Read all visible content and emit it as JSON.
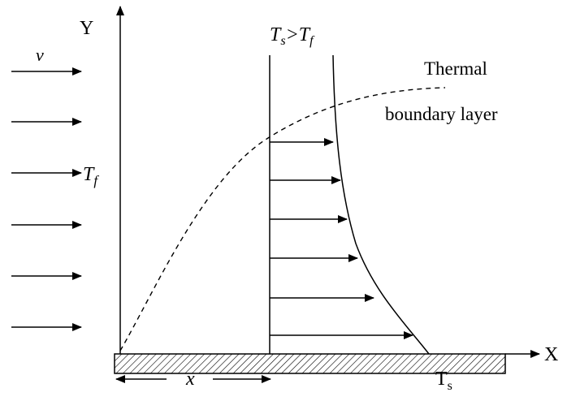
{
  "labels": {
    "y_axis": "Y",
    "x_axis": "X",
    "velocity": "v",
    "free_stream_temp": {
      "main": "T",
      "sub": "f"
    },
    "condition": {
      "t1": "T",
      "s1": "s",
      "op": ">",
      "t2": "T",
      "s2": "f"
    },
    "thermal_line1": "Thermal",
    "thermal_line2": "boundary layer",
    "distance": "x",
    "surface_temp": {
      "main": "T",
      "sub": "s"
    }
  },
  "colors": {
    "ink": "#000000",
    "background": "#ffffff"
  }
}
